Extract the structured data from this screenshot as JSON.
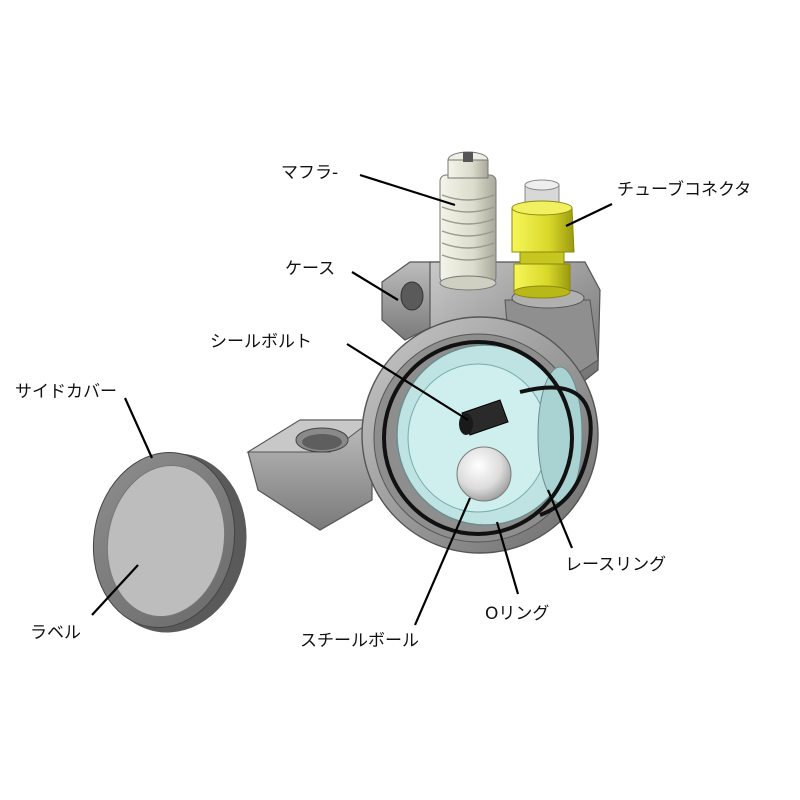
{
  "labels": {
    "muffler": "マフラ-",
    "tube_connector": "チューブコネクタ",
    "case": "ケース",
    "seal_bolt": "シールボルト",
    "side_cover": "サイドカバー",
    "race_ring": "レースリング",
    "o_ring": "Oリング",
    "steel_ball": "スチールボール",
    "label": "ラベル"
  },
  "colors": {
    "metal": "#9a9a9a",
    "metal_dark": "#6e6e6e",
    "muffler": "#e6e6d8",
    "connector": "#e2e23a",
    "race_glass": "#bfe3e3"
  }
}
